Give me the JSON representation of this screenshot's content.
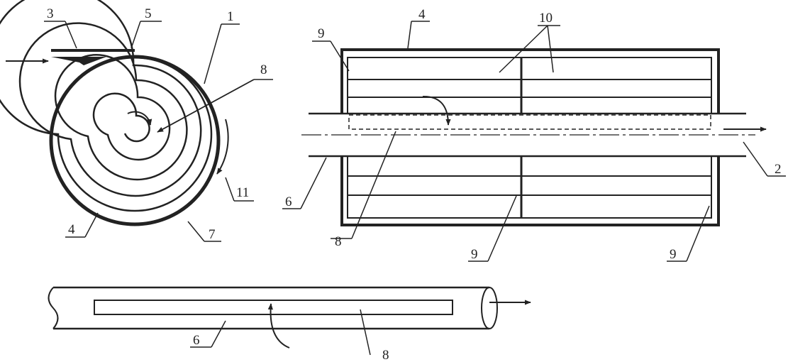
{
  "labels": {
    "l1": "1",
    "l2": "2",
    "l3": "3",
    "l4_spiral": "4",
    "l4_housing": "4",
    "l5": "5",
    "l6_housing": "6",
    "l6_tube": "6",
    "l7": "7",
    "l8_spiral": "8",
    "l8_housing": "8",
    "l8_tube": "8",
    "l9_top_left": "9",
    "l9_bottom_mid": "9",
    "l9_bottom_right": "9",
    "l10": "10",
    "l11": "11"
  },
  "colors": {
    "ink": "#222222",
    "background": "#ffffff"
  }
}
